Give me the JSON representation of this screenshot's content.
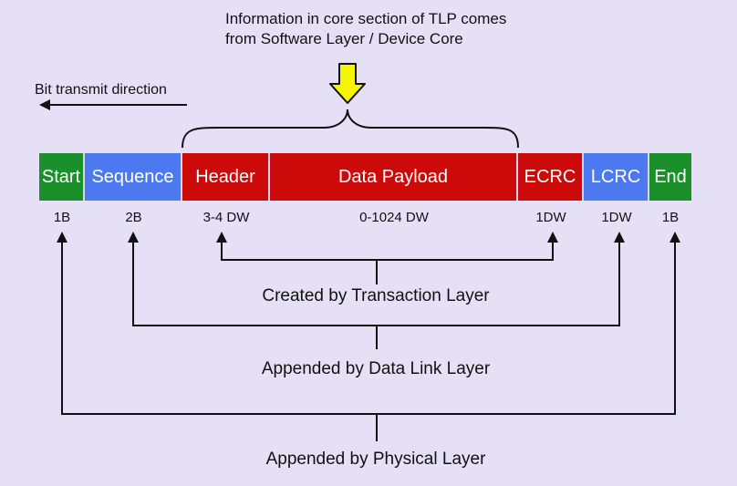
{
  "note": {
    "line1": "Information in core section of TLP comes",
    "line2": "from Software Layer / Device Core"
  },
  "direction_label": "Bit transmit direction",
  "colors": {
    "green": "#1a8f2a",
    "blue": "#4d79f0",
    "red": "#cc0a0a",
    "arrow_yellow": "#f5f500"
  },
  "segments": [
    {
      "label": "Start",
      "size": "1B"
    },
    {
      "label": "Sequence",
      "size": "2B"
    },
    {
      "label": "Header",
      "size": "3-4 DW"
    },
    {
      "label": "Data Payload",
      "size": "0-1024 DW"
    },
    {
      "label": "ECRC",
      "size": "1DW"
    },
    {
      "label": "LCRC",
      "size": "1DW"
    },
    {
      "label": "End",
      "size": "1B"
    }
  ],
  "layers": {
    "transaction": "Created by Transaction Layer",
    "data_link": "Appended by Data Link Layer",
    "physical": "Appended by Physical Layer"
  }
}
